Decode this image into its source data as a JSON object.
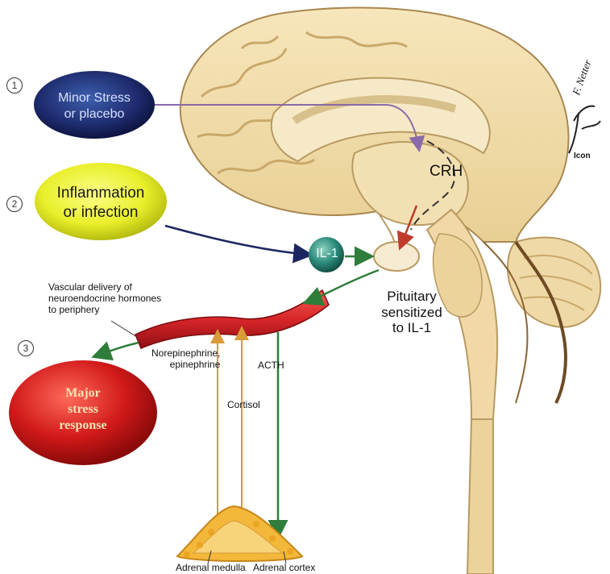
{
  "steps": [
    "1",
    "2",
    "3"
  ],
  "ovals": {
    "minor_stress": {
      "line1": "Minor Stress",
      "line2": "or placebo"
    },
    "inflammation": {
      "line1": "Inflammation",
      "line2": "or infection"
    },
    "major_stress": {
      "line1": "Major",
      "line2": "stress",
      "line3": "response"
    }
  },
  "labels": {
    "crh": "CRH",
    "il1": "IL-1",
    "pituitary": {
      "line1": "Pituitary",
      "line2": "sensitized",
      "line3": "to IL-1"
    },
    "vascular": {
      "line1": "Vascular delivery of",
      "line2": "neuroendocrine hormones",
      "line3": "to periphery"
    },
    "norepinephrine": {
      "line1": "Norepinephrine,",
      "line2": "epinephrine"
    },
    "acth": "ACTH",
    "cortisol": "Cortisol",
    "adrenal_medulla": "Adrenal medulla",
    "adrenal_cortex": "Adrenal cortex"
  },
  "signature": {
    "name": "F. Netter",
    "credit": "Icon"
  },
  "colors": {
    "brain": "#f0dcaa",
    "brain_dark": "#c9a96a",
    "navy_oval": "#1d2a6b",
    "yellow_oval": "#e9ef2a",
    "red_oval": "#d01919",
    "vessel": "#d8262a",
    "il1_ball": "#2a8a7a",
    "green_arrow": "#2f7d3a",
    "orange_line": "#d99a3a",
    "navy_line": "#1c2660",
    "purple_line": "#8a6aa8",
    "adrenal": "#f3b83a"
  }
}
